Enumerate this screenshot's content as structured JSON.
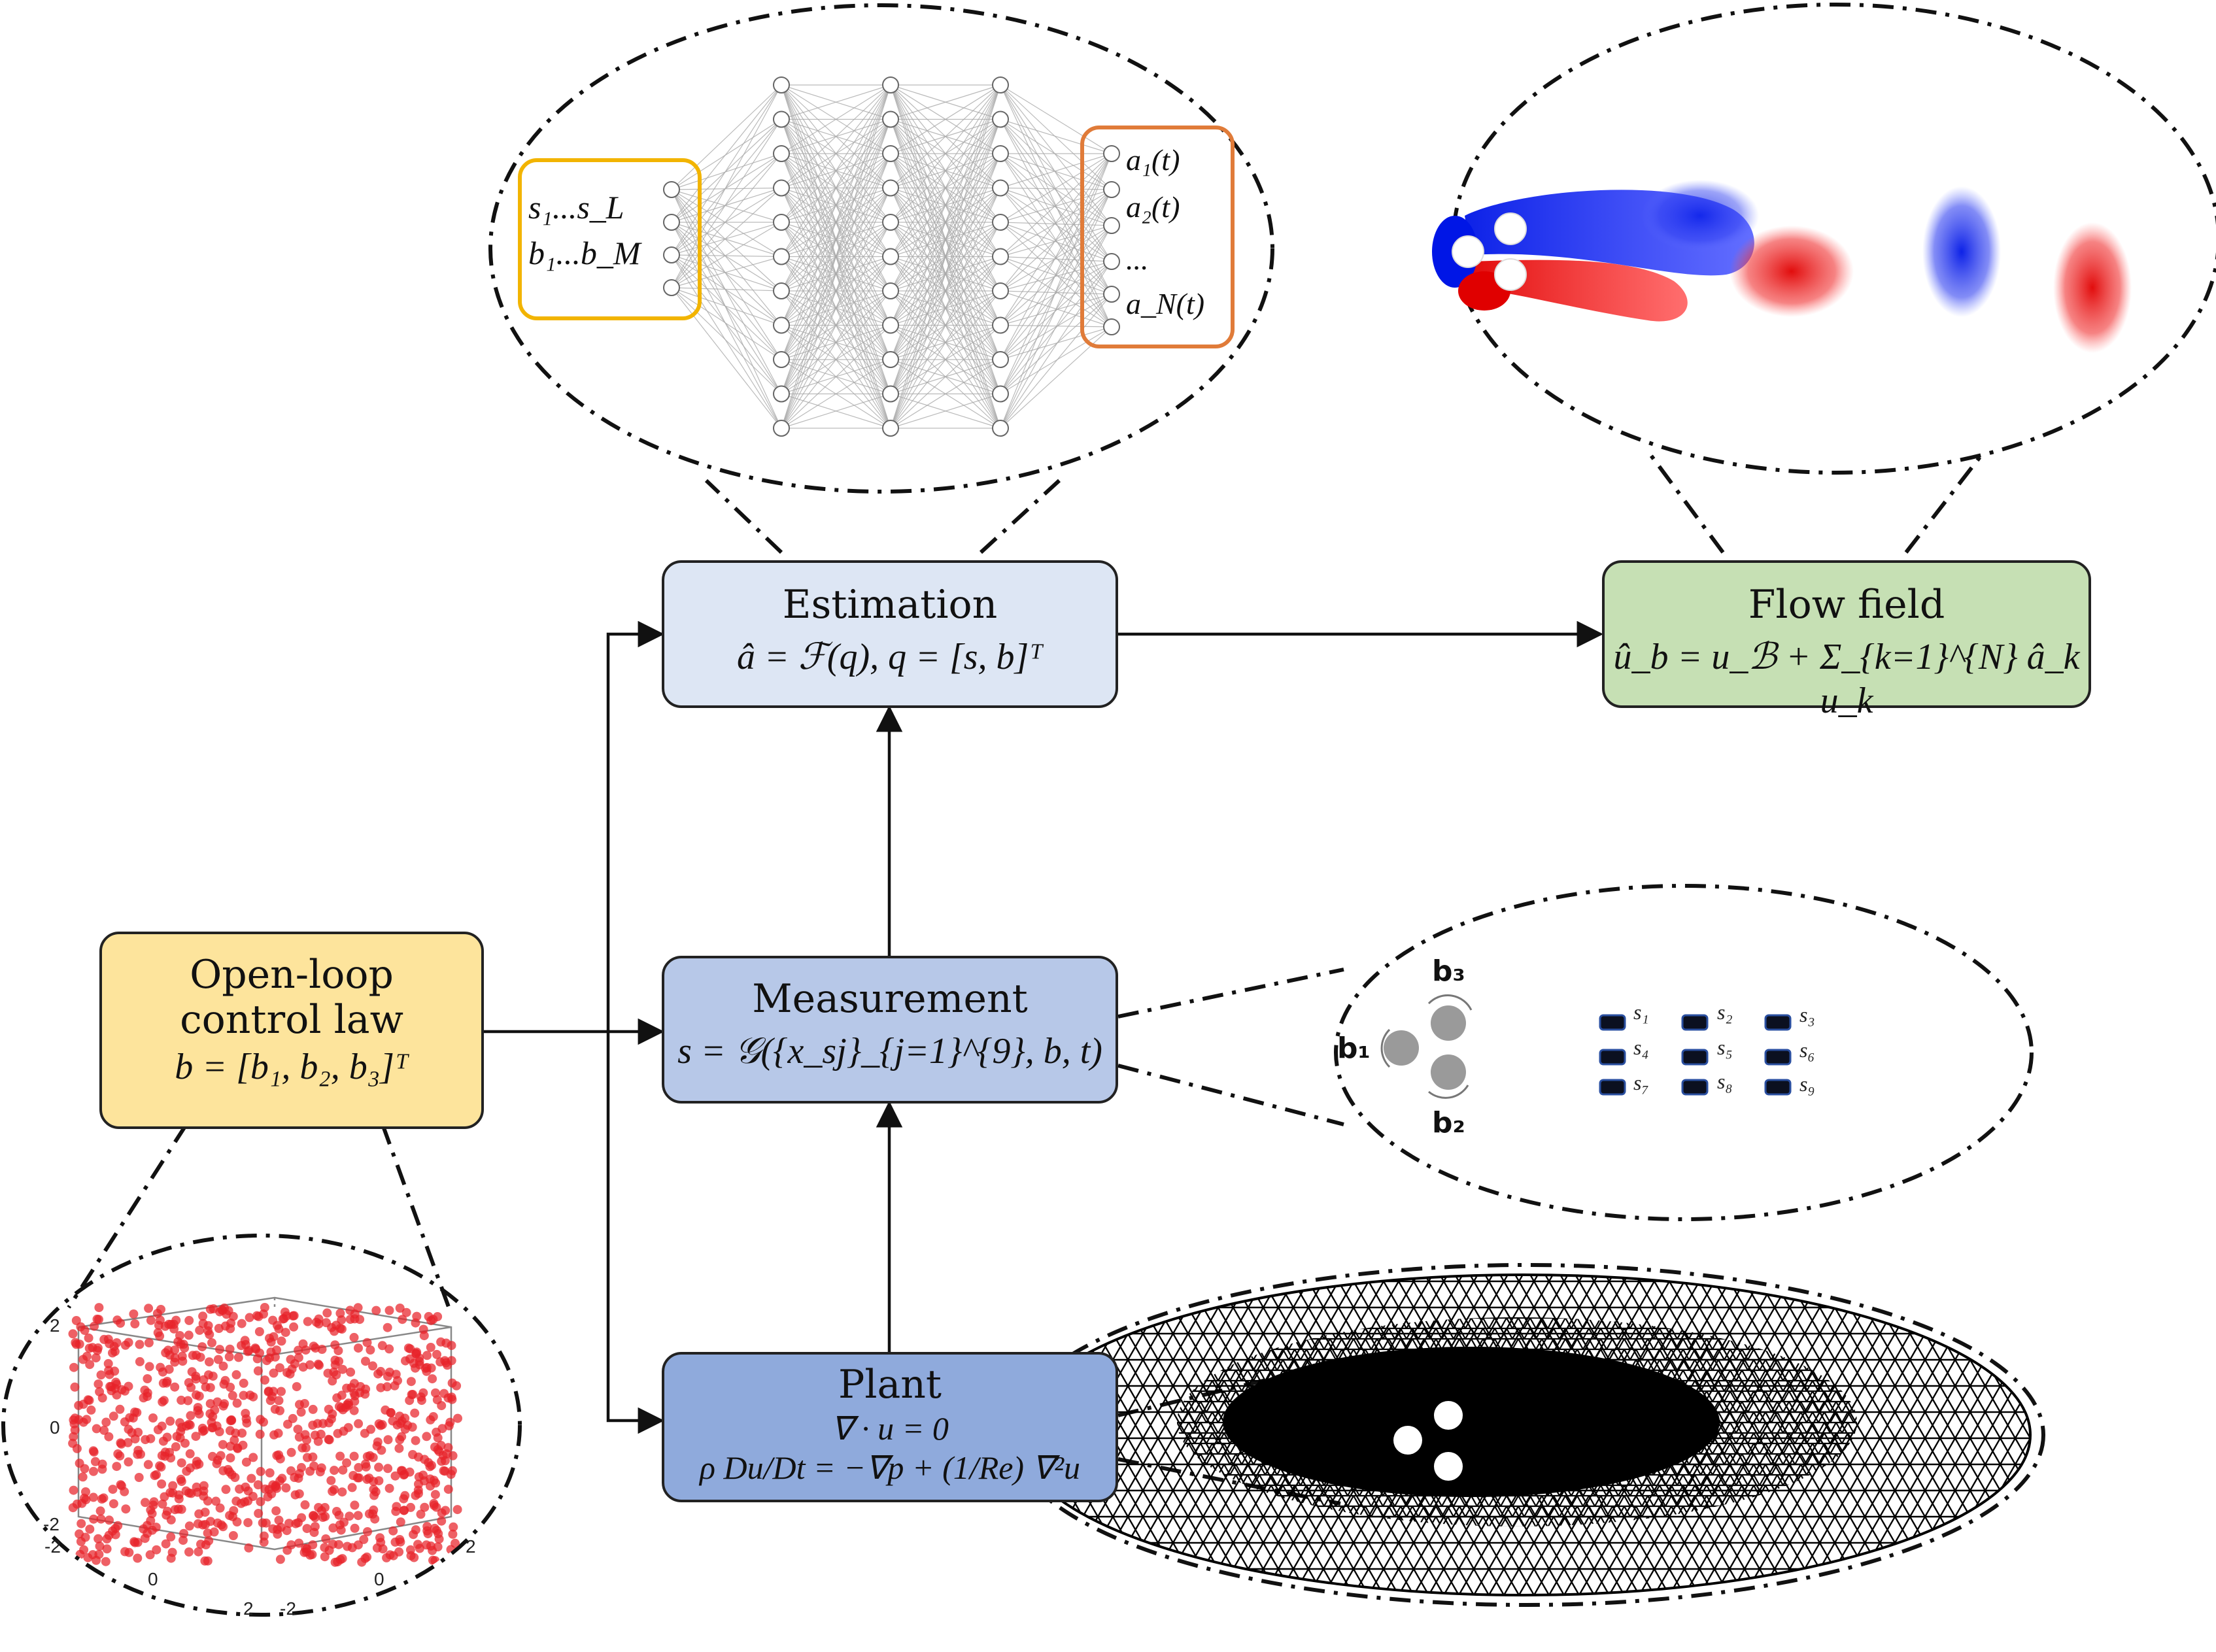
{
  "colors": {
    "estimation_fill": "#dde6f4",
    "measurement_fill": "#b7c8e8",
    "plant_fill": "#8faadc",
    "flow_fill": "#c6e0b4",
    "control_fill": "#fde49c",
    "input_border": "#f2b400",
    "output_border": "#e07b39",
    "vortex_red": "#e00000",
    "vortex_blue": "#0016e6"
  },
  "estimation": {
    "title": "Estimation",
    "equation": "â = ℱ(q), q = [s, b]ᵀ"
  },
  "flow_field": {
    "title": "Flow field",
    "equation": "û_b = u_ℬ + Σ_{k=1}^{N} â_k u_k"
  },
  "measurement": {
    "title": "Measurement",
    "equation": "s = 𝒢({x_sj}_{j=1}^{9}, b, t)"
  },
  "plant": {
    "title": "Plant",
    "equation_1": "∇ · u = 0",
    "equation_2": "ρ Du/Dt = −∇p + (1/Re) ∇²u"
  },
  "control": {
    "title_1": "Open-loop",
    "title_2": "control law",
    "equation": "b = [b₁, b₂, b₃]ᵀ"
  },
  "network": {
    "inputs_1": "s₁...s_L",
    "inputs_2": "b₁...b_M",
    "outputs": [
      "a₁(t)",
      "a₂(t)",
      "...",
      "a_N(t)"
    ]
  },
  "sensor_layout": {
    "actuators": [
      "b₃",
      "b₁",
      "b₂"
    ],
    "sensors": [
      "s₁",
      "s₂",
      "s₃",
      "s₄",
      "s₅",
      "s₆",
      "s₇",
      "s₈",
      "s₉"
    ]
  },
  "scatter_axes": {
    "z_ticks": [
      "2",
      "0",
      "-2"
    ],
    "x_ticks": [
      "-2",
      "0",
      "2"
    ],
    "y_ticks": [
      "2",
      "0",
      "-2"
    ]
  }
}
